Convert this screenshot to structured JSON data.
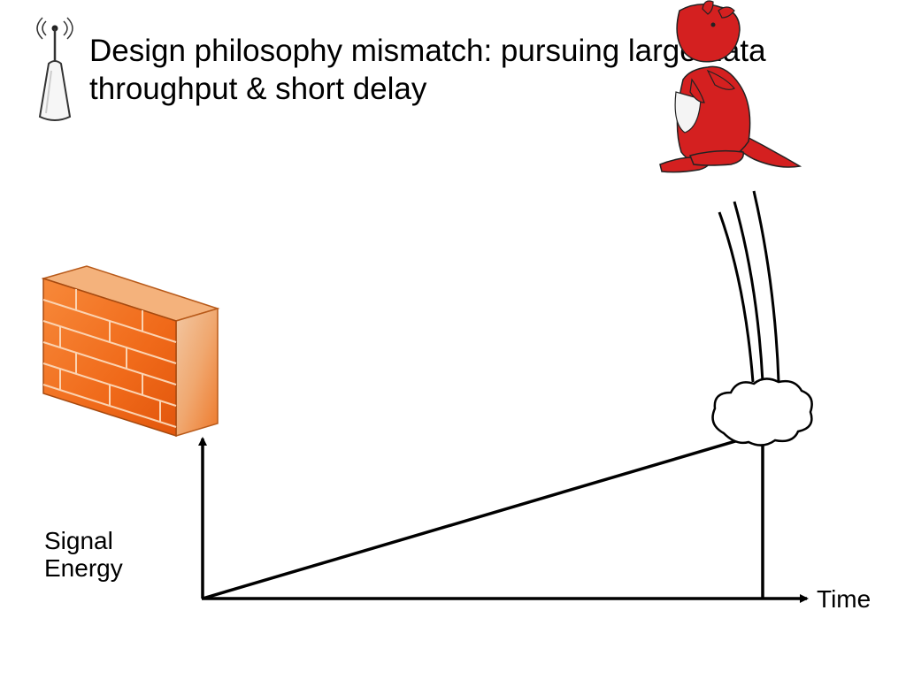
{
  "slide": {
    "title_line1": "Design philosophy mismatch: pursuing large data",
    "title_line2": "throughput & short delay"
  },
  "axes": {
    "y_label_line1": "Signal",
    "y_label_line2": "Energy",
    "x_label": "Time"
  },
  "icons": {
    "antenna": "wireless-antenna-icon",
    "wall": "brick-firewall-icon",
    "kangaroo": "jumping-kangaroo-icon",
    "cloud": "dust-cloud-icon"
  },
  "colors": {
    "wall_front": "#f06a1a",
    "wall_side": "#e8a06a",
    "kangaroo": "#d42020",
    "axis": "#000000"
  }
}
